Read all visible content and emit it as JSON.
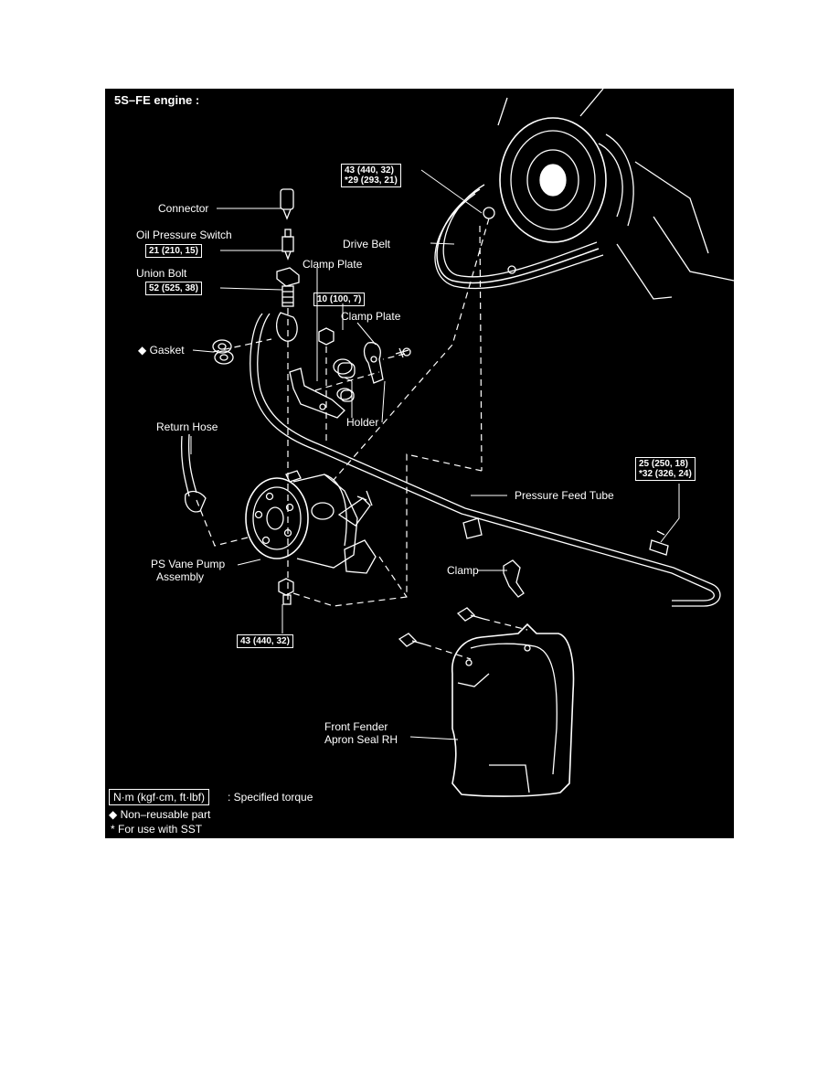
{
  "diagram": {
    "title": "5S–FE engine :",
    "labels": {
      "connector": "Connector",
      "oil_pressure_switch": "Oil Pressure Switch",
      "union_bolt": "Union Bolt",
      "clamp_plate_1": "Clamp Plate",
      "clamp_plate_2": "Clamp Plate",
      "gasket": "◆ Gasket",
      "holder": "Holder",
      "return_hose": "Return Hose",
      "drive_belt": "Drive Belt",
      "pressure_feed_tube": "Pressure Feed Tube",
      "ps_vane_pump_line1": "PS Vane Pump",
      "ps_vane_pump_line2": "Assembly",
      "clamp": "Clamp",
      "front_fender_line1": "Front Fender",
      "front_fender_line2": "Apron Seal RH"
    },
    "torque": {
      "drive_belt_bolt_line1": "43 (440, 32)",
      "drive_belt_bolt_line2": "*29 (293, 21)",
      "oil_pressure_switch": "21 (210, 15)",
      "union_bolt": "52 (525, 38)",
      "clamp_plate": "10 (100, 7)",
      "feed_tube_line1": "25 (250, 18)",
      "feed_tube_line2": "*32 (326, 24)",
      "pump_bolt": "43 (440, 32)"
    },
    "legend": {
      "unit_box": "N·m (kgf·cm, ft·lbf)",
      "unit_text": ": Specified torque",
      "non_reusable": "◆ Non–reusable part",
      "sst": "* For use with SST"
    },
    "colors": {
      "background": "#000000",
      "ink": "#ffffff"
    }
  }
}
